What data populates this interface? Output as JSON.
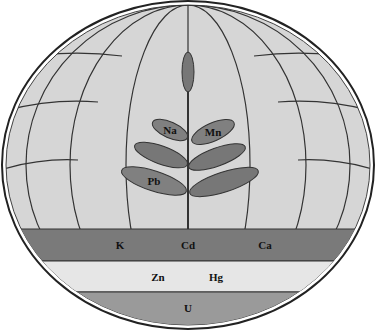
{
  "diagram": {
    "nodes": [
      {
        "text": [
          "Na"
        ]
      },
      {
        "text": [
          "Mn"
        ]
      },
      {
        "text": [
          "Pb"
        ]
      },
      {
        "text": [
          "K",
          "Cd",
          "Ca"
        ]
      },
      {
        "text": [
          "Zn",
          "Hg"
        ]
      },
      {
        "text": [
          "U"
        ]
      }
    ]
  }
}
